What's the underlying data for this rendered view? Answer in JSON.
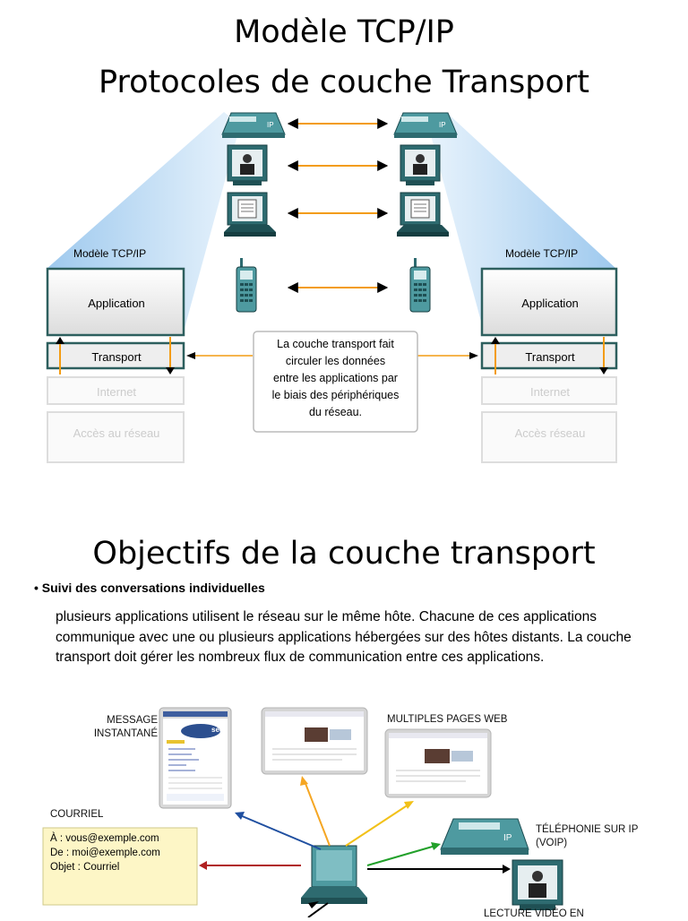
{
  "slide1": {
    "title_line1": "Modèle TCP/IP",
    "title_line2": "Protocoles de couche Transport",
    "left_stack": {
      "model_label": "Modèle TCP/IP",
      "application": "Application",
      "transport": "Transport",
      "internet": "Internet",
      "access": "Accès au réseau"
    },
    "right_stack": {
      "model_label": "Modèle TCP/IP",
      "application": "Application",
      "transport": "Transport",
      "internet": "Internet",
      "access": "Accès réseau"
    },
    "callout_lines": [
      "La couche transport fait",
      "circuler les données",
      "entre les applications par",
      "le biais des périphériques",
      "du réseau."
    ]
  },
  "slide2": {
    "title": "Objectifs de la couche transport",
    "bullet": "• Suivi des conversations individuelles",
    "paragraph": "plusieurs applications utilisent le réseau sur le même hôte. Chacune de ces applications communique avec une ou plusieurs applications hébergées sur des hôtes distants. La couche transport doit gérer les nombreux flux de communication entre ces applications.",
    "labels": {
      "im_line1": "MESSAGE",
      "im_line2": "INSTANTANÉ",
      "web": "MULTIPLES PAGES WEB",
      "mail": "COURRIEL",
      "voip_line1": "TÉLÉPHONIE SUR IP",
      "voip_line2": "(VOIP)",
      "video": "LECTURE VIDÉO EN"
    },
    "im_window_brand": "seek",
    "mail_box": {
      "to": "À : vous@exemple.com",
      "from": "De : moi@exemple.com",
      "subject": "Objet : Courriel"
    }
  }
}
